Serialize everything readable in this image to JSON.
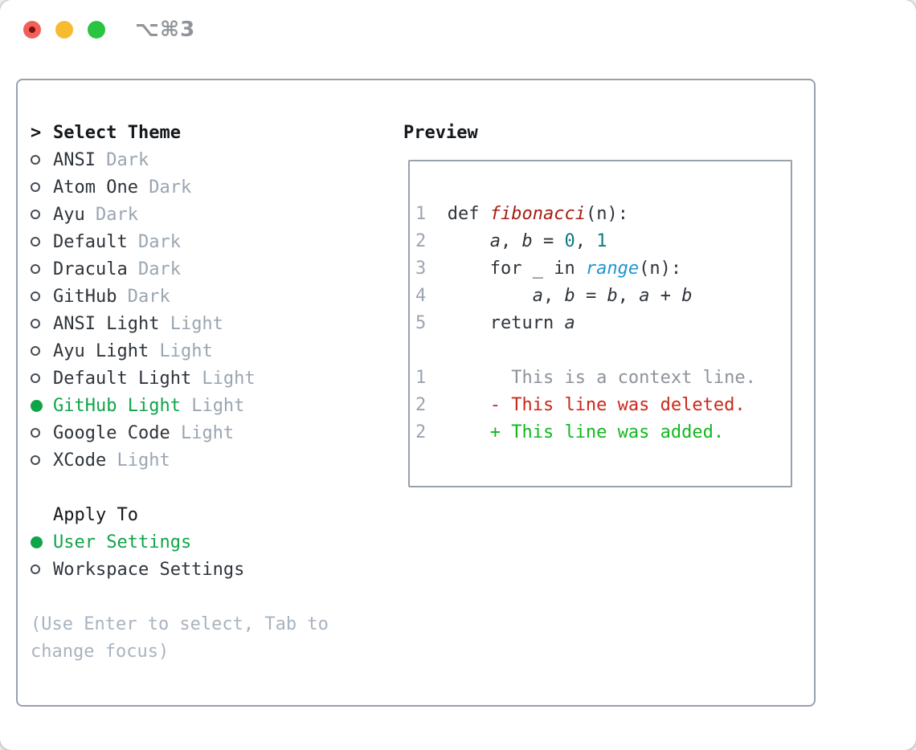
{
  "titlebar": {
    "title": "⌥⌘3"
  },
  "colors": {
    "green": "#0fa44a",
    "added": "#12b71f",
    "deleted": "#c9291a",
    "func_red": "#a61d12",
    "num_teal": "#0e7b80",
    "call_blue": "#1e96d2",
    "text_dark": "#2e343b",
    "text_black": "#14171b",
    "dim": "#9aa5b2",
    "help": "#a9b3be",
    "line_num": "#9aa4b2",
    "context": "#8d939b",
    "border": "#99a1ac",
    "title_gray": "#8f949a",
    "light_red": "#f2605a",
    "light_red_dot": "#7c120c",
    "light_yellow": "#f7bb2f",
    "light_green": "#29c440"
  },
  "theme_panel": {
    "header": {
      "prompt": ">",
      "label": "Select Theme"
    },
    "themes": [
      {
        "name": "ANSI",
        "tag": "Dark",
        "selected": false
      },
      {
        "name": "Atom One",
        "tag": "Dark",
        "selected": false
      },
      {
        "name": "Ayu",
        "tag": "Dark",
        "selected": false
      },
      {
        "name": "Default",
        "tag": "Dark",
        "selected": false
      },
      {
        "name": "Dracula",
        "tag": "Dark",
        "selected": false
      },
      {
        "name": "GitHub",
        "tag": "Dark",
        "selected": false
      },
      {
        "name": "ANSI Light",
        "tag": "Light",
        "selected": false
      },
      {
        "name": "Ayu Light",
        "tag": "Light",
        "selected": false
      },
      {
        "name": "Default Light",
        "tag": "Light",
        "selected": false
      },
      {
        "name": "GitHub Light",
        "tag": "Light",
        "selected": true
      },
      {
        "name": "Google Code",
        "tag": "Light",
        "selected": false
      },
      {
        "name": "XCode",
        "tag": "Light",
        "selected": false
      }
    ],
    "apply_to": {
      "label": "Apply To",
      "options": [
        {
          "name": "User Settings",
          "selected": true
        },
        {
          "name": "Workspace Settings",
          "selected": false
        }
      ]
    },
    "help_lines": [
      "(Use Enter to select, Tab to",
      "change focus)"
    ]
  },
  "preview": {
    "title": "Preview",
    "code_lines": [
      {
        "segments": [
          {
            "t": "1  ",
            "c": "ln"
          },
          {
            "t": "def ",
            "c": "t"
          },
          {
            "t": "fibonacci",
            "c": "fn"
          },
          {
            "t": "(n):",
            "c": "t"
          }
        ]
      },
      {
        "segments": [
          {
            "t": "2  ",
            "c": "ln"
          },
          {
            "t": "    ",
            "c": "t"
          },
          {
            "t": "a",
            "c": "v"
          },
          {
            "t": ", ",
            "c": "t"
          },
          {
            "t": "b",
            "c": "v"
          },
          {
            "t": " = ",
            "c": "t"
          },
          {
            "t": "0",
            "c": "n"
          },
          {
            "t": ", ",
            "c": "t"
          },
          {
            "t": "1",
            "c": "n"
          }
        ]
      },
      {
        "segments": [
          {
            "t": "3  ",
            "c": "ln"
          },
          {
            "t": "    for _ in ",
            "c": "t"
          },
          {
            "t": "range",
            "c": "call"
          },
          {
            "t": "(n):",
            "c": "t"
          }
        ]
      },
      {
        "segments": [
          {
            "t": "4  ",
            "c": "ln"
          },
          {
            "t": "        ",
            "c": "t"
          },
          {
            "t": "a",
            "c": "v"
          },
          {
            "t": ", ",
            "c": "t"
          },
          {
            "t": "b",
            "c": "v"
          },
          {
            "t": " = ",
            "c": "t"
          },
          {
            "t": "b",
            "c": "v"
          },
          {
            "t": ", ",
            "c": "t"
          },
          {
            "t": "a",
            "c": "v"
          },
          {
            "t": " + ",
            "c": "t"
          },
          {
            "t": "b",
            "c": "v"
          }
        ]
      },
      {
        "segments": [
          {
            "t": "5  ",
            "c": "ln"
          },
          {
            "t": "    return ",
            "c": "t"
          },
          {
            "t": "a",
            "c": "v"
          }
        ]
      },
      {
        "segments": []
      },
      {
        "segments": [
          {
            "t": "1  ",
            "c": "ln"
          },
          {
            "t": "      This is a context line.",
            "c": "ctx"
          }
        ]
      },
      {
        "segments": [
          {
            "t": "2  ",
            "c": "ln"
          },
          {
            "t": "    - This line was deleted.",
            "c": "del"
          }
        ]
      },
      {
        "segments": [
          {
            "t": "2  ",
            "c": "ln"
          },
          {
            "t": "    + This line was added.",
            "c": "add"
          }
        ]
      }
    ]
  }
}
